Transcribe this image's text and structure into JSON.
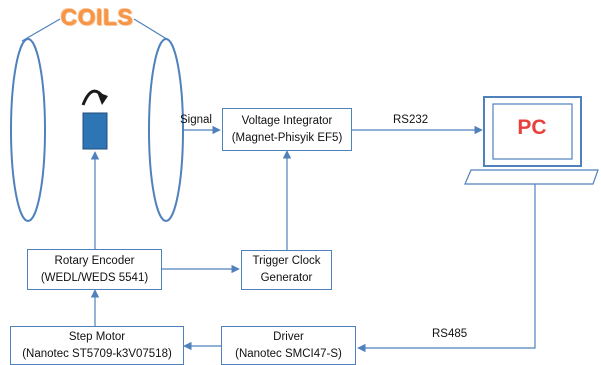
{
  "coils": {
    "title": "COILS"
  },
  "pc": {
    "label": "PC"
  },
  "boxes": {
    "voltage_integrator": {
      "line1": "Voltage Integrator",
      "line2": "(Magnet-Phisyik  EF5)"
    },
    "rotary_encoder": {
      "line1": "Rotary Encoder",
      "line2": "(WEDL/WEDS 5541)"
    },
    "trigger_clock": {
      "line1": "Trigger Clock",
      "line2": "Generator"
    },
    "step_motor": {
      "line1": "Step Motor",
      "line2": "(Nanotec ST5709-k3V07518)"
    },
    "driver": {
      "line1": "Driver",
      "line2": "(Nanotec SMCI47-S)"
    }
  },
  "links": {
    "signal": "Signal",
    "rs232": "RS232",
    "rs485": "RS485"
  },
  "colors": {
    "line": "#4f81bd",
    "coil_fill": "#ffffff",
    "magnet": "#2e75b6",
    "coils_text": "#f79646",
    "pc_text": "#e8413c",
    "screen": "#ffffff"
  }
}
